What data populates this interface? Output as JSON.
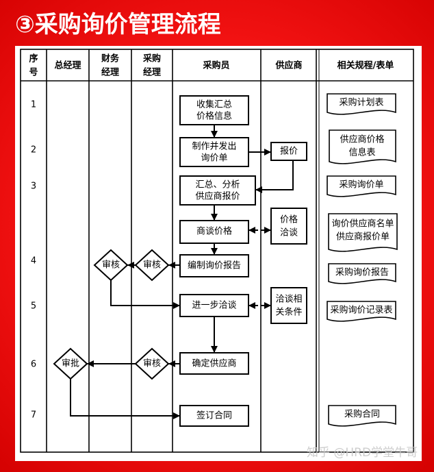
{
  "title": "③采购询价管理流程",
  "header": {
    "seq": [
      "序",
      "号"
    ],
    "general_manager": "总经理",
    "finance_manager": [
      "财务",
      "经理"
    ],
    "purchasing_manager": [
      "采购",
      "经理"
    ],
    "buyer": "采购员",
    "supplier": "供应商",
    "forms": "相关规程/表单"
  },
  "rows": [
    "1",
    "2",
    "3",
    "4",
    "5",
    "6",
    "7"
  ],
  "steps": {
    "collect_price_info": [
      "收集汇总",
      "价格信息"
    ],
    "issue_inquiry": [
      "制作并发出",
      "询价单"
    ],
    "supplier_quote": [
      "报价"
    ],
    "analyze_quotes": [
      "汇总、分析",
      "供应商报价"
    ],
    "negotiate_price": [
      "商谈价格"
    ],
    "supplier_price_talk": [
      "价格",
      "洽谈"
    ],
    "inquiry_report": [
      "编制询价报告"
    ],
    "further_negotiation": [
      "进一步洽谈"
    ],
    "supplier_terms": [
      "洽谈相",
      "关条件"
    ],
    "select_supplier": [
      "确定供应商"
    ],
    "sign_contract": [
      "签订合同"
    ]
  },
  "decisions": {
    "finance_review": "审核",
    "purchasing_review_report": "审核",
    "purchasing_review_supplier": "审核",
    "gm_approval": "审批"
  },
  "forms": {
    "purchase_plan": [
      "采购计划表"
    ],
    "supplier_price_info": [
      "供应商价格",
      "信息表"
    ],
    "inquiry_form": [
      "采购询价单"
    ],
    "supplier_lists": [
      "询价供应商名单",
      "供应商报价单"
    ],
    "inquiry_report": [
      "采购询价报告"
    ],
    "inquiry_record": [
      "采购询价记录表"
    ],
    "contract": [
      "采购合同"
    ]
  },
  "watermark": "知乎 @HRD学堂牛哥",
  "colors": {
    "background": "#f21212",
    "panel": "#ffffff",
    "ink": "#000000",
    "title": "#ffffff",
    "watermark": "#c8c8c8"
  }
}
